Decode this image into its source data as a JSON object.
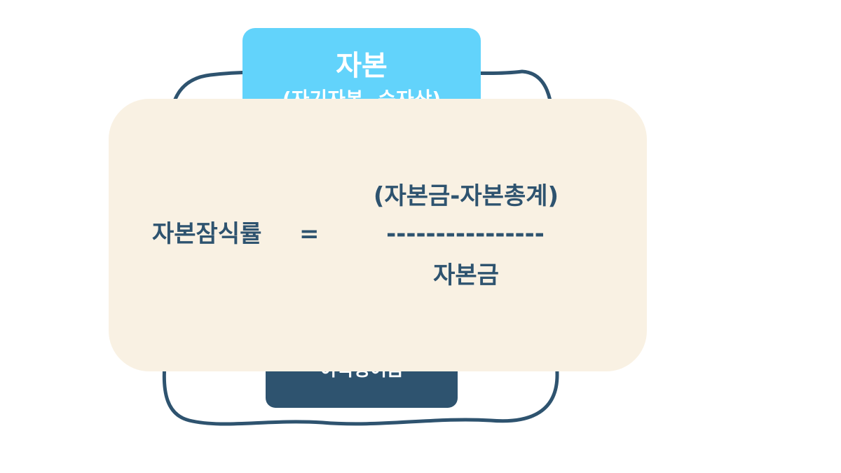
{
  "top_tab": {
    "title": "자본",
    "subtitle": "(자기자본, 순자산)"
  },
  "bottom_tab": {
    "label": "이익잉여금"
  },
  "formula": {
    "left": "자본잠식률",
    "equals": "=",
    "numerator": "(자본금-자본총계)",
    "divider": "----------------",
    "denominator": "자본금"
  },
  "colors": {
    "top_tab": "#62d3fb",
    "bottom_tab": "#2e536f",
    "card": "#f9f1e3",
    "text": "#2e536f",
    "outline": "#2e536f"
  }
}
